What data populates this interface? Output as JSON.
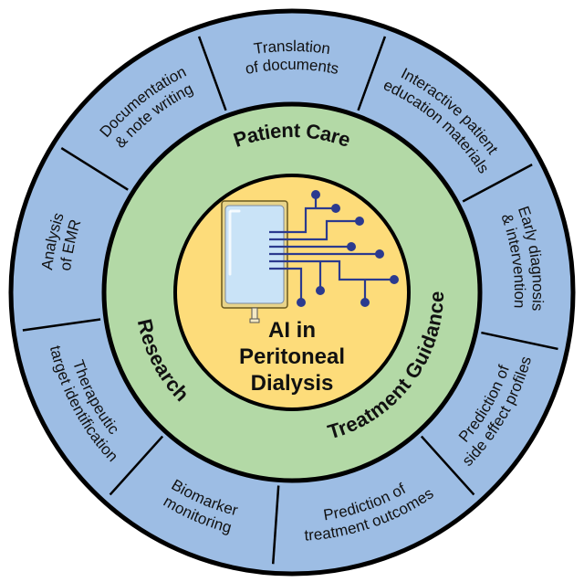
{
  "colors": {
    "outer_ring": "#9dbde4",
    "middle_ring": "#b3d9a6",
    "center": "#fddc7a",
    "outline": "#000000",
    "circuit": "#2b3a8f",
    "bag_fill": "#c9e3f7",
    "bag_border": "#e8d48a"
  },
  "center": {
    "lines": [
      "AI in",
      "Peritoneal",
      "Dialysis"
    ],
    "icon": "dialysis-bag-circuit-icon"
  },
  "middle_ring": {
    "sections": [
      {
        "label": "Patient Care"
      },
      {
        "label": "Treatment Guidance"
      },
      {
        "label": "Research"
      }
    ]
  },
  "outer_ring": {
    "segments": [
      {
        "lines": [
          "Translation",
          "of documents"
        ],
        "group": "Patient Care"
      },
      {
        "lines": [
          "Interactive patient",
          "education materials"
        ],
        "group": "Patient Care"
      },
      {
        "lines": [
          "Early diagnosis",
          "& intervention"
        ],
        "group": "Treatment Guidance"
      },
      {
        "lines": [
          "Prediction of",
          "side effect profiles"
        ],
        "group": "Treatment Guidance"
      },
      {
        "lines": [
          "Prediction of",
          "treatment outcomes"
        ],
        "group": "Treatment Guidance"
      },
      {
        "lines": [
          "Biomarker",
          "monitoring"
        ],
        "group": "Research"
      },
      {
        "lines": [
          "Therapeutic",
          "target identification"
        ],
        "group": "Research"
      },
      {
        "lines": [
          "Analysis",
          "of EMR"
        ],
        "group": "Research"
      },
      {
        "lines": [
          "Documentation",
          "& note writing"
        ],
        "group": "Patient Care"
      }
    ]
  }
}
